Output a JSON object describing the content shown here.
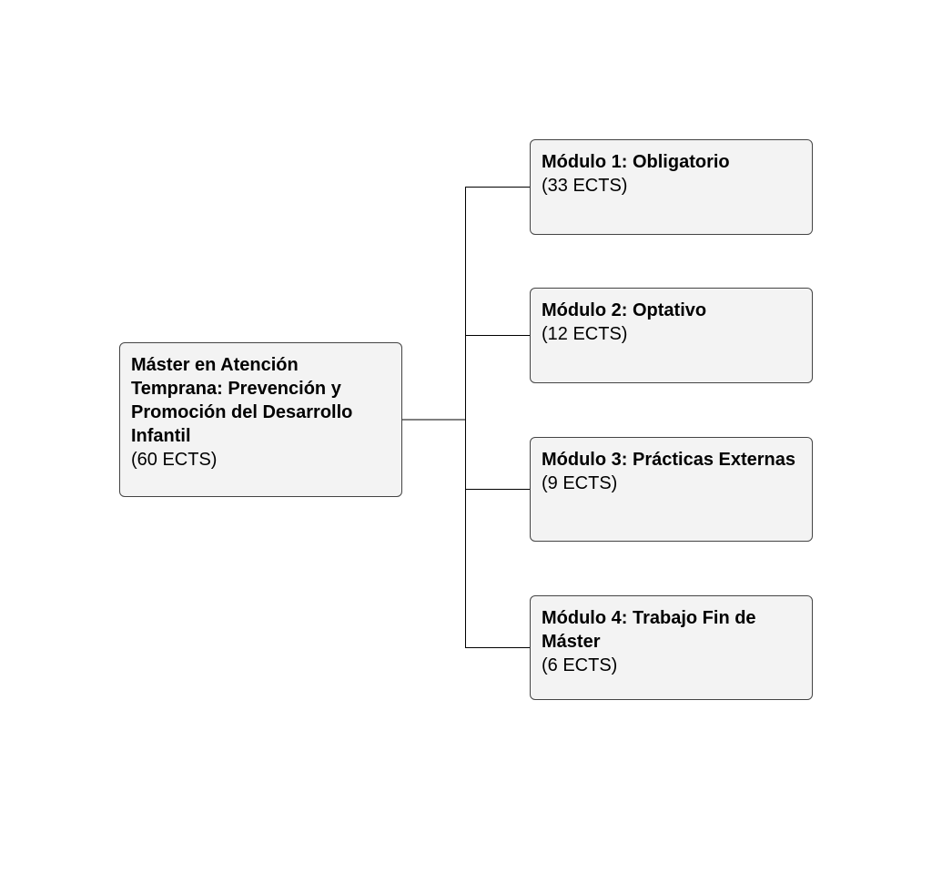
{
  "root": {
    "title": "Máster en Atención Temprana: Prevención y Promoción del Desarrollo Infantil",
    "credits": "(60 ECTS)"
  },
  "modules": [
    {
      "title": "Módulo 1: Obligatorio",
      "credits": "(33 ECTS)"
    },
    {
      "title": "Módulo 2: Optativo",
      "credits": "(12 ECTS)"
    },
    {
      "title": "Módulo 3: Prácticas Externas",
      "credits": "(9 ECTS)"
    },
    {
      "title": "Módulo 4: Trabajo Fin de Máster",
      "credits": "(6 ECTS)"
    }
  ],
  "colors": {
    "node_fill": "#f3f3f3",
    "node_border": "#444444",
    "connector": "#000000"
  }
}
